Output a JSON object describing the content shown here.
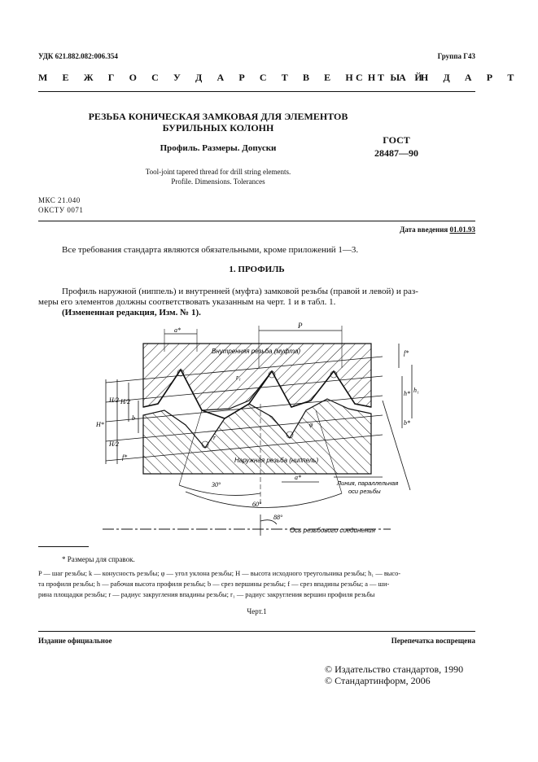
{
  "header": {
    "udk": "УДК 621.882.082:006.354",
    "group": "Группа Г43",
    "interstate_left": "М Е Ж Г О С У Д А Р С Т В Е Н Н Ы Й",
    "interstate_right": "С Т А Н Д А Р Т"
  },
  "title": {
    "ru_line1": "РЕЗЬБА КОНИЧЕСКАЯ ЗАМКОВАЯ ДЛЯ ЭЛЕМЕНТОВ",
    "ru_line2": "БУРИЛЬНЫХ КОЛОНН",
    "ru_sub": "Профиль. Размеры. Допуски",
    "en_line1": "Tool-joint tapered thread for drill string elements.",
    "en_line2": "Profile. Dimensions. Tolerances",
    "gost_label": "ГОСТ",
    "gost_number": "28487—90"
  },
  "codes": {
    "mks": "МКС 21.040",
    "okstu": "ОКСТУ 0071"
  },
  "intro_date": {
    "label": "Дата введения",
    "value": "01.01.93"
  },
  "body": {
    "requirement": "Все требования стандарта являются обязательными, кроме приложений 1—3.",
    "section_title": "1. ПРОФИЛЬ",
    "para_line1": "Профиль наружной (ниппель) и внутренней (муфта) замковой резьбы (правой и левой) и раз-",
    "para_line2": "меры его элементов должны соответствовать указанным на черт. 1 и в табл. 1.",
    "amendment": "(Измененная редакция, Изм. № 1)."
  },
  "figure": {
    "label_internal": "Внутренняя резьба (муфта)",
    "label_external": "Наружная резьба (ниппель)",
    "label_parallel_line1": "Линия, параллельная",
    "label_parallel_line2": "оси резьбы",
    "label_axis": "Ось резьбового соединения",
    "dim_p": "P",
    "dim_a_top": "a*",
    "dim_a_bottom": "a*",
    "dim_30": "30°",
    "dim_60": "60°",
    "dim_88": "88°",
    "dim_H": "H*",
    "dim_H2a": "H/2",
    "dim_H2b": "H/2",
    "dim_H2c": "H/2",
    "dim_b": "b",
    "dim_h1": "h₁",
    "dim_h": "h*",
    "dim_f": "f*",
    "dim_fb": "f*",
    "dim_b2": "b*",
    "dim_r": "r",
    "dim_r1": "r₁",
    "dim_phi": "φ"
  },
  "footnote": {
    "star": "* Размеры для справок.",
    "legend_line1": "P — шаг резьбы; k — конусность резьбы; φ — угол уклона резьбы; H — высота исходного треугольника резьбы; h₁ — высо-",
    "legend_line2": "та профиля резьбы; h — рабочая высота профиля резьбы; b — срез вершины резьбы; f — срез впадины резьбы; a — ши-",
    "legend_line3": "рина площадки резьбы; r — радиус закругления впадины резьбы; r₁ — радиус закругления вершин профиля резьбы",
    "caption": "Черт.1"
  },
  "footer": {
    "official": "Издание официальное",
    "reprint": "Перепечатка воспрещена",
    "copy1": "© Издательство стандартов, 1990",
    "copy2": "© Стандартинформ, 2006"
  }
}
